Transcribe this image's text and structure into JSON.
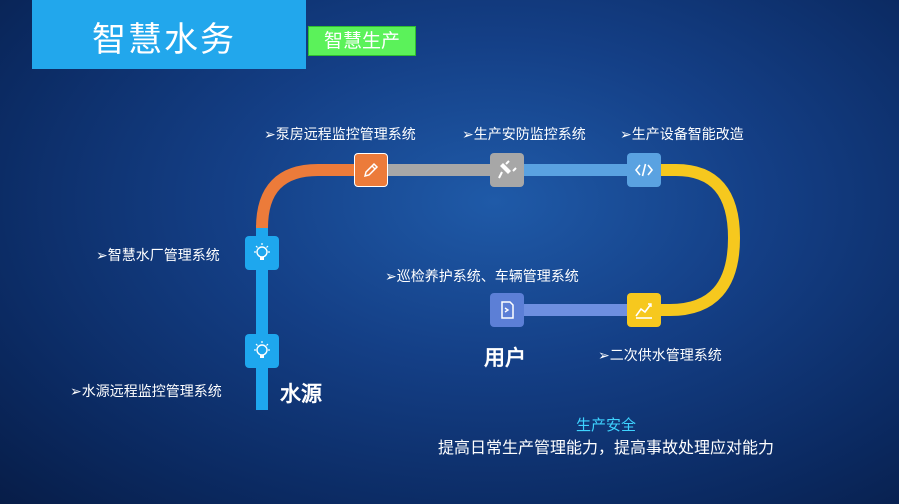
{
  "header": {
    "title": "智慧水务",
    "subtitle": "智慧生产"
  },
  "colors": {
    "title_bar": "#22a7ec",
    "subtitle_bg": "#5bf25a",
    "pipe_blue": "#1ea7ee",
    "pipe_orange": "#ec7b3a",
    "pipe_gray": "#a7a7a7",
    "pipe_lightblue": "#5aa2e1",
    "pipe_yellow": "#f6c81e",
    "pipe_periwinkle": "#6e8fe0",
    "footer_highlight": "#3ed3ff"
  },
  "diagram": {
    "labels": {
      "water_source_remote": "➢水源远程监控管理系统",
      "water_plant": "➢智慧水厂管理系统",
      "pump_room": "➢泵房远程监控管理系统",
      "security": "➢生产安防监控系统",
      "equipment": "➢生产设备智能改造",
      "secondary_supply": "➢二次供水管理系统",
      "inspection": "➢巡检养护系统、车辆管理系统"
    },
    "endpoints": {
      "start": "水源",
      "end": "用户"
    },
    "nodes": [
      {
        "id": "water-source",
        "icon": "lightbulb-icon",
        "color": "#1ea7ee"
      },
      {
        "id": "water-plant",
        "icon": "lightbulb-icon",
        "color": "#1ea7ee"
      },
      {
        "id": "pump-room",
        "icon": "pencil-icon",
        "color": "#ec7b3a"
      },
      {
        "id": "security",
        "icon": "plug-icon",
        "color": "#a7a7a7"
      },
      {
        "id": "equipment",
        "icon": "code-icon",
        "color": "#5aa2e1"
      },
      {
        "id": "secondary-supply",
        "icon": "chart-icon",
        "color": "#f6c81e"
      },
      {
        "id": "inspection",
        "icon": "document-icon",
        "color": "#5c7fd6"
      }
    ]
  },
  "footer": {
    "heading": "生产安全",
    "text": "提高日常生产管理能力，提高事故处理应对能力"
  }
}
